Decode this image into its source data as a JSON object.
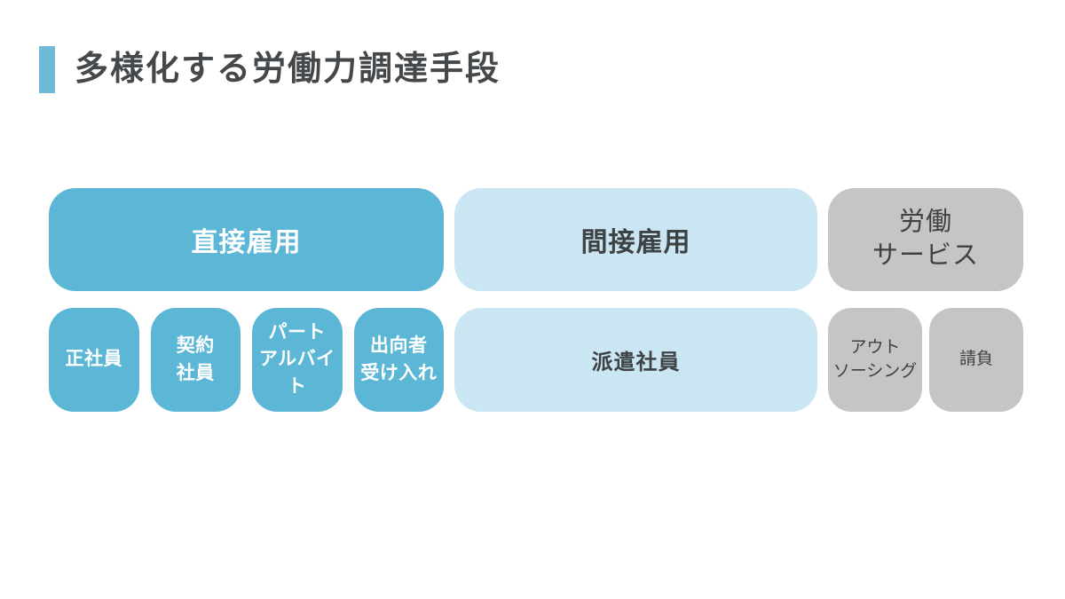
{
  "title": "多様化する労働力調達手段",
  "colors": {
    "accent_bar": "#6FBAD8",
    "direct_employment": "#5BB7D5",
    "indirect_employment": "#C9E6F2",
    "labor_service": "#C5C5C5",
    "dark_text": "#3F4245",
    "title_text": "#45484B",
    "white_text": "#FFFFFF"
  },
  "columns": [
    {
      "id": "direct-employment",
      "header": "直接雇用",
      "items": [
        "正社員",
        "契約\n社員",
        "パート\nアルバイト",
        "出向者\n受け入れ"
      ]
    },
    {
      "id": "indirect-employment",
      "header": "間接雇用",
      "items": [
        "派遣社員"
      ]
    },
    {
      "id": "labor-service",
      "header": "労働\nサービス",
      "items": [
        "アウト\nソーシング",
        "請負"
      ]
    }
  ]
}
